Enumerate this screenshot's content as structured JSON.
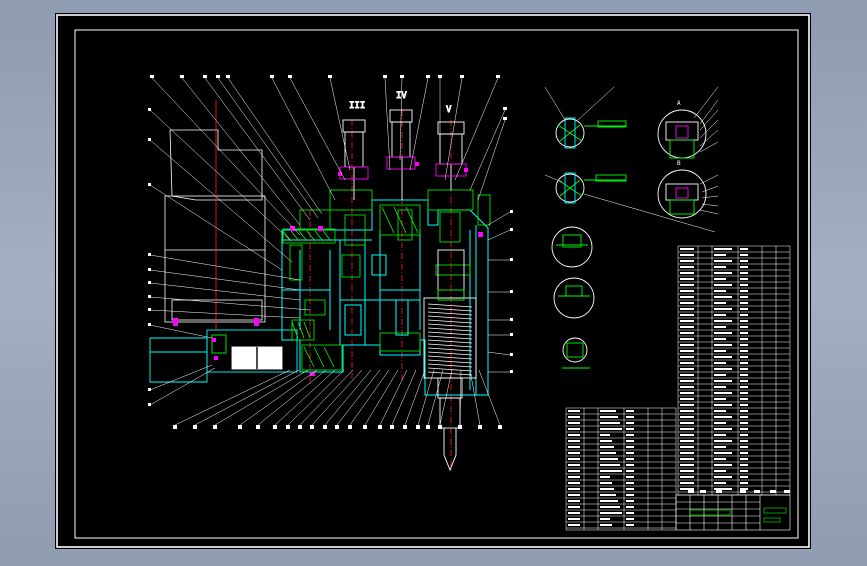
{
  "drawing": {
    "roman_labels": [
      "III",
      "IV",
      "V"
    ],
    "view_labels": [
      "A",
      "B"
    ],
    "colors": {
      "background": "#000000",
      "frame": "#ffffff",
      "part": "#00ffff",
      "section": "#00ff00",
      "center_line": "#ff2020",
      "marker": "#ff00ff",
      "text": "#ffffff",
      "annotation": "#ffff00",
      "desktop": "#99a6ba"
    }
  }
}
